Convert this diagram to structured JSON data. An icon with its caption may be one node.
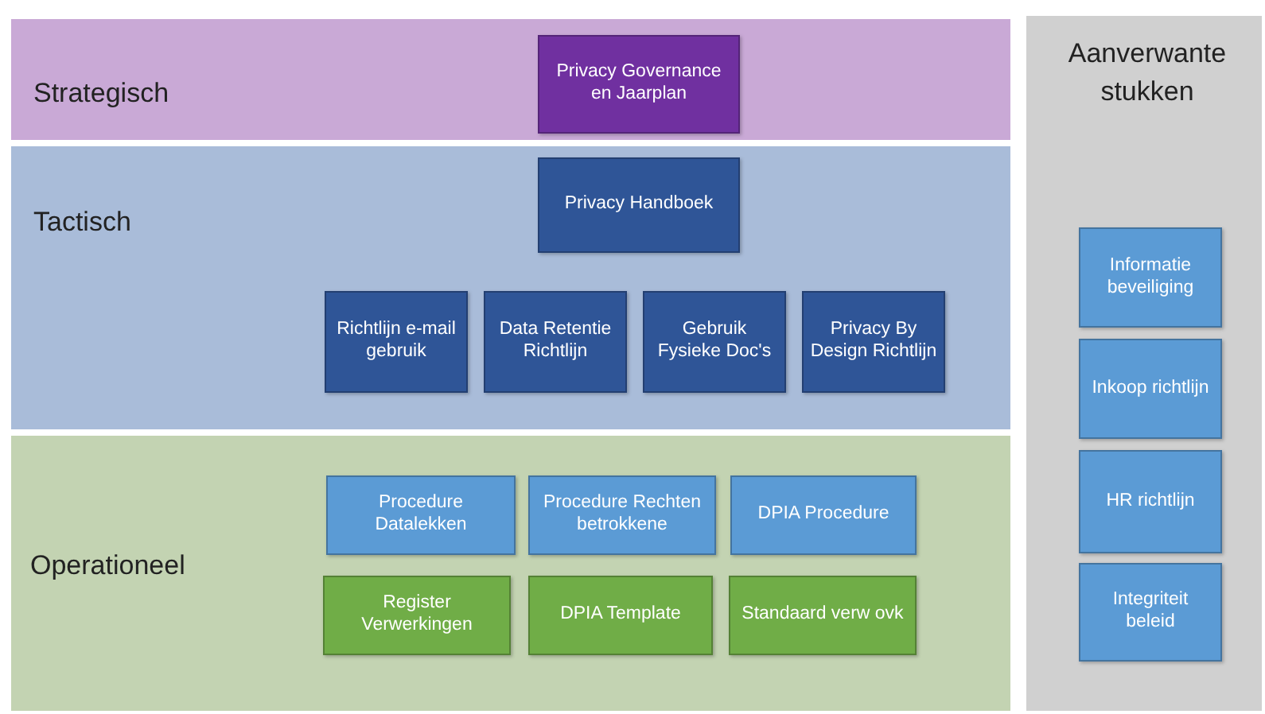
{
  "diagram": {
    "nodes": [
      {
        "text": [
          "Strategisch"
        ]
      },
      {
        "text": [
          "Privacy Governance en Jaarplan"
        ],
        "in": 0
      },
      {
        "text": [
          "Tactisch"
        ]
      },
      {
        "text": [
          "Privacy Handboek"
        ],
        "in": 2
      },
      {
        "text": [
          "Richtlijn e-mail gebruik"
        ],
        "in": 2
      },
      {
        "text": [
          "Data Retentie Richtlijn"
        ],
        "in": 2
      },
      {
        "text": [
          "Gebruik Fysieke Doc's"
        ],
        "in": 2
      },
      {
        "text": [
          "Privacy By Design Richtlijn"
        ],
        "in": 2
      },
      {
        "text": [
          "Operationeel"
        ]
      },
      {
        "text": [
          "Procedure Datalekken"
        ],
        "in": 8
      },
      {
        "text": [
          "Procedure Rechten betrokkene"
        ],
        "in": 8
      },
      {
        "text": [
          "DPIA Procedure"
        ],
        "in": 8
      },
      {
        "text": [
          "Register Verwerkingen"
        ],
        "in": 8
      },
      {
        "text": [
          "DPIA Template"
        ],
        "in": 8
      },
      {
        "text": [
          "Standaard verw ovk"
        ],
        "in": 8
      },
      {
        "text": [
          "Aanverwante stukken"
        ]
      },
      {
        "text": [
          "Informatie beveiliging"
        ],
        "in": 15
      },
      {
        "text": [
          "Inkoop richtlijn"
        ],
        "in": 15
      },
      {
        "text": [
          "HR richtlijn"
        ],
        "in": 15
      },
      {
        "text": [
          "Integriteit beleid"
        ],
        "in": 15
      }
    ]
  }
}
